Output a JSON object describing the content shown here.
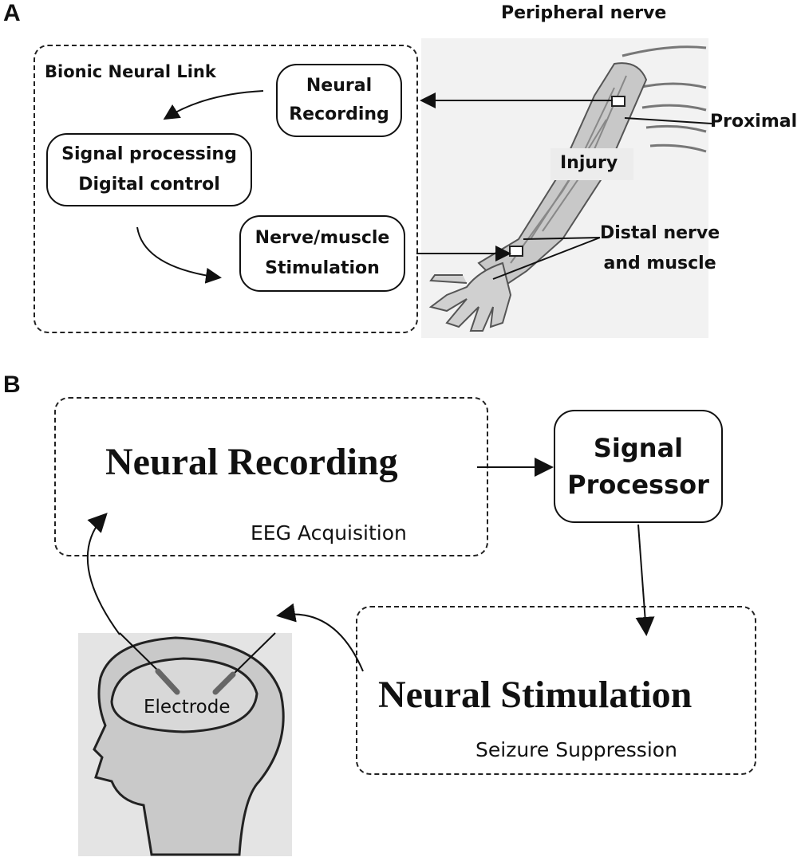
{
  "panel_a": {
    "letter": "A",
    "title_peripheral": "Peripheral nerve",
    "link_label": "Bionic Neural Link",
    "box_recording": [
      "Neural",
      "Recording"
    ],
    "box_processing": [
      "Signal processing",
      "Digital control"
    ],
    "box_stimulation": [
      "Nerve/muscle",
      "Stimulation"
    ],
    "label_proximal": "Proximal",
    "label_injury": "Injury",
    "label_distal": [
      "Distal nerve",
      "and muscle"
    ]
  },
  "panel_b": {
    "letter": "B",
    "neural_recording": "Neural Recording",
    "eeg_acquisition": "EEG Acquisition",
    "signal_processor": [
      "Signal",
      "Processor"
    ],
    "neural_stimulation": "Neural Stimulation",
    "seizure_suppression": "Seizure Suppression",
    "electrode": "Electrode"
  }
}
